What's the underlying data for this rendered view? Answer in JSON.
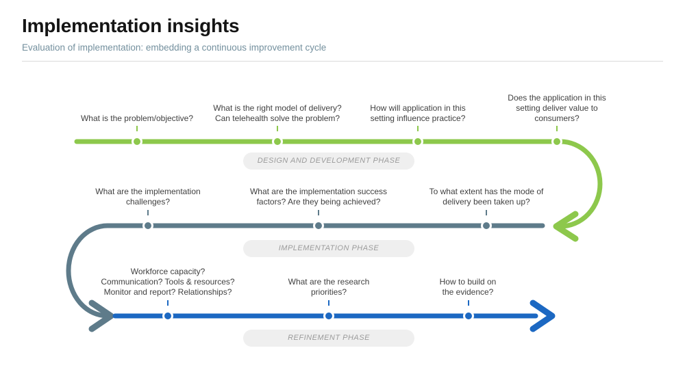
{
  "page": {
    "title": "Implementation insights",
    "subtitle": "Evaluation of implementation: embedding a continuous improvement cycle"
  },
  "colors": {
    "design_phase_green": "#8DC84C",
    "implementation_phase_slate": "#5E7B8A",
    "refinement_phase_blue": "#1C68C2",
    "pill_background": "#EFEFEF",
    "pill_text": "#9B9B9B",
    "question_text": "#3F3F3F",
    "title_text": "#151515",
    "subtitle_text": "#74909E"
  },
  "diagram": {
    "rows": [
      {
        "phase_label": "DESIGN AND DEVELOPMENT PHASE",
        "questions": [
          "What is the problem/objective?",
          "What is the right model of delivery?\nCan telehealth solve the problem?",
          "How will application in this\nsetting influence practice?",
          "Does the application in this\nsetting deliver value to\nconsumers?"
        ]
      },
      {
        "phase_label": "IMPLEMENTATION PHASE",
        "questions": [
          "What are the implementation\nchallenges?",
          "What are the implementation success\nfactors? Are they being achieved?",
          "To what extent has the mode of\ndelivery been taken up?"
        ]
      },
      {
        "phase_label": "REFINEMENT PHASE",
        "questions": [
          "Workforce capacity?\nCommunication? Tools & resources?\nMonitor and report? Relationships?",
          "What are the research\npriorities?",
          "How to build on\nthe evidence?"
        ]
      }
    ]
  }
}
